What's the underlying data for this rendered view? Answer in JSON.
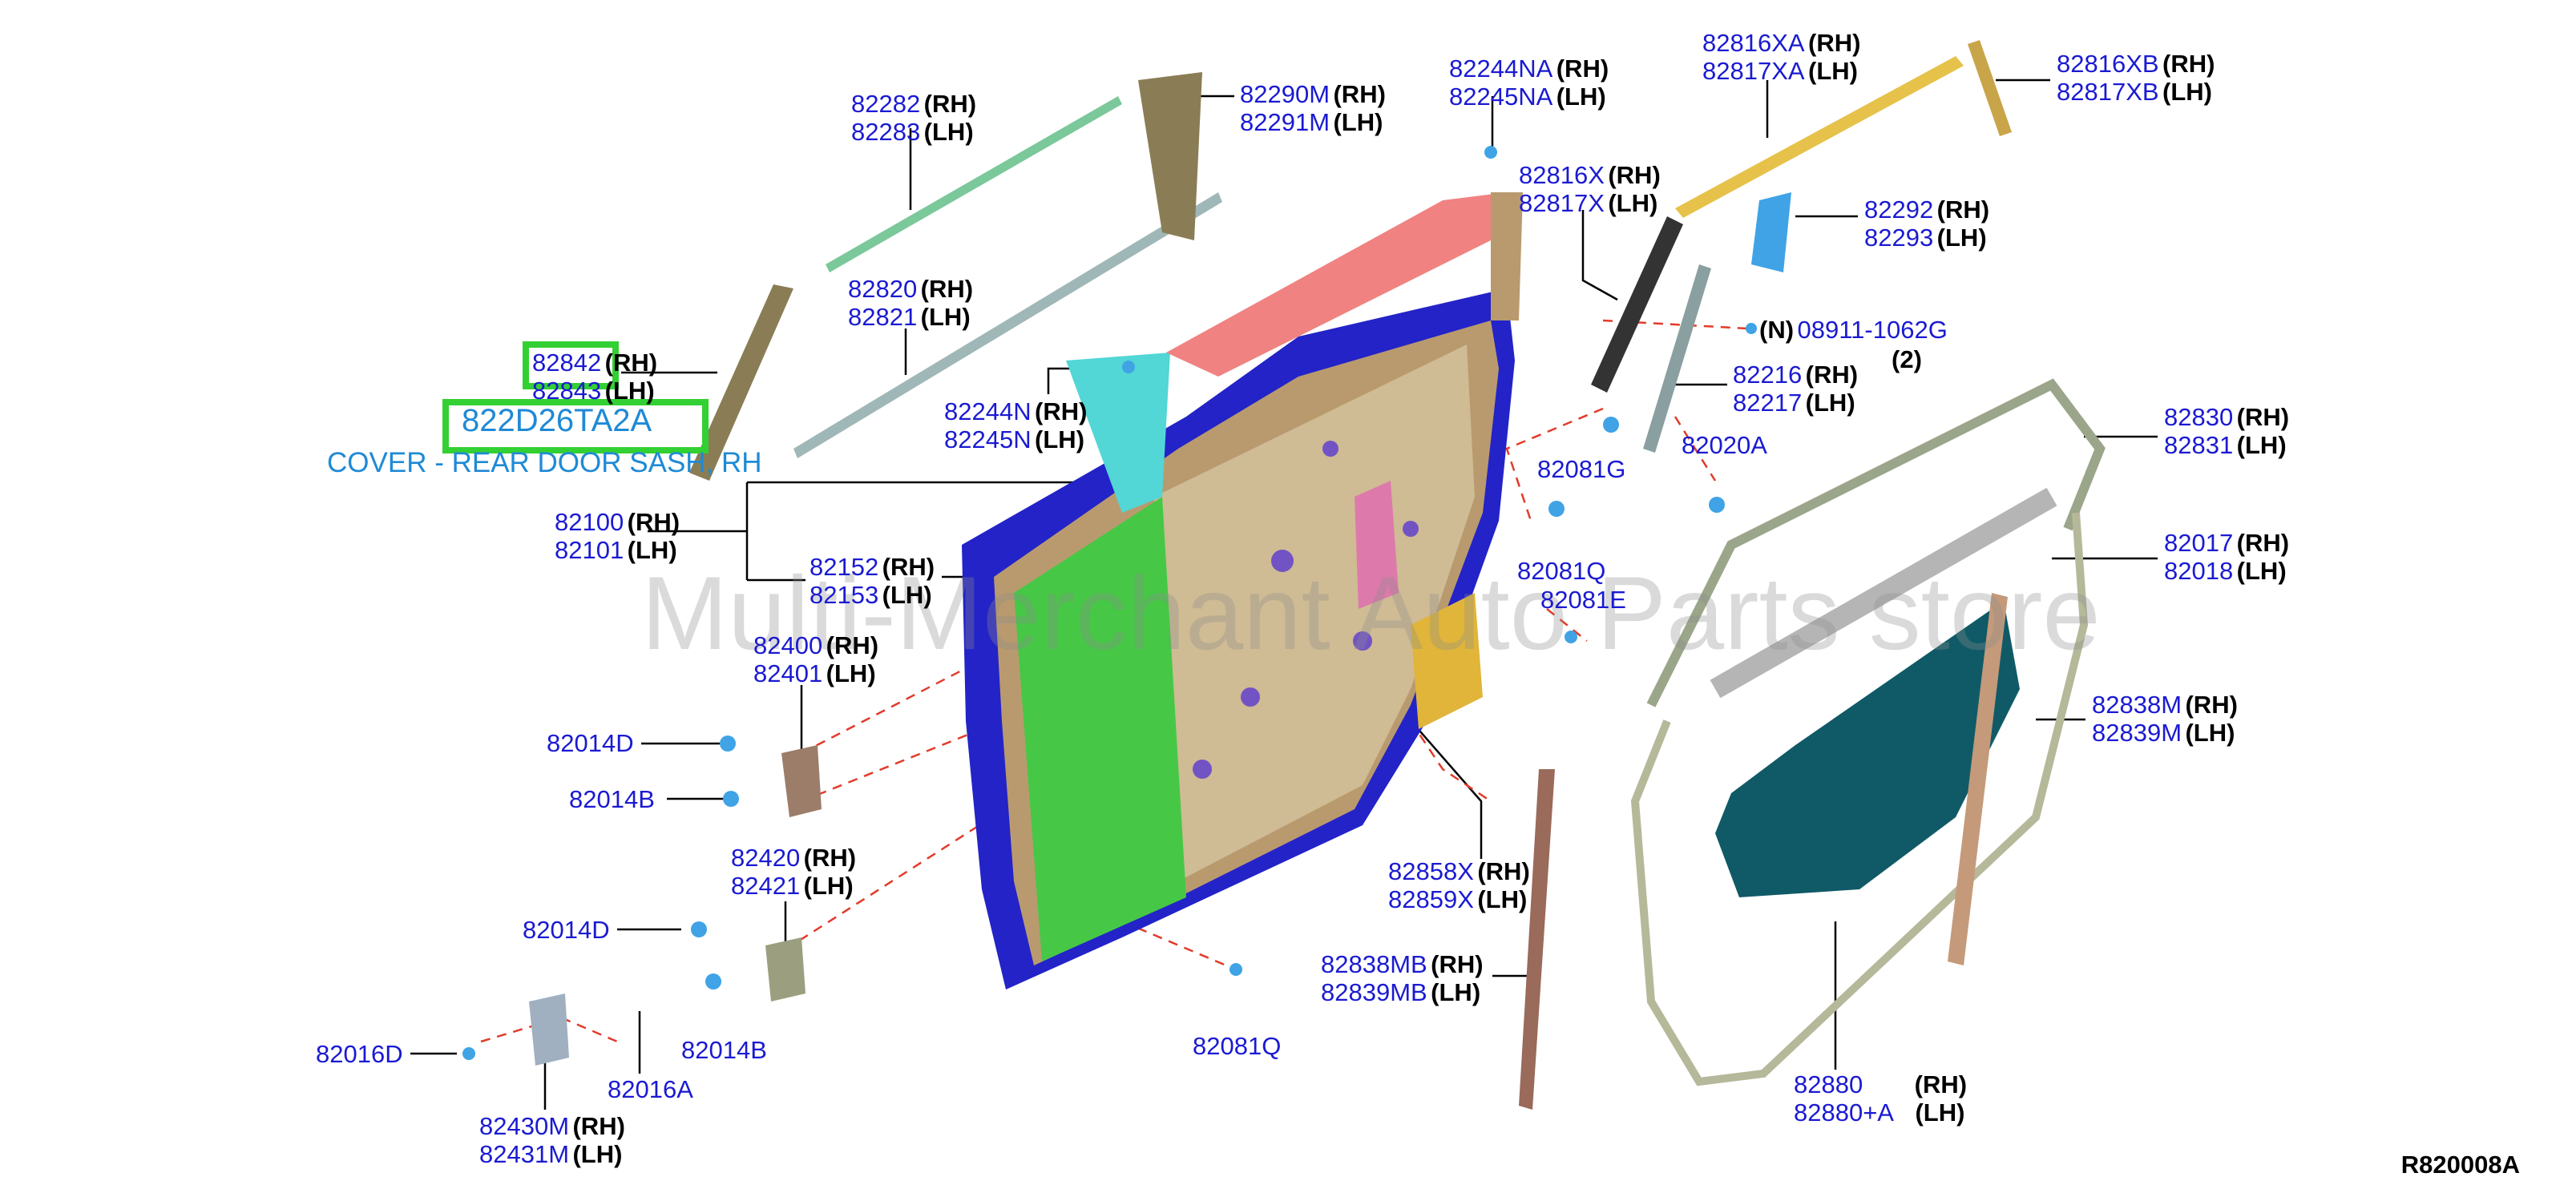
{
  "diagram": {
    "drawing_code": "R820008A",
    "watermark": "Multi-Merchant Auto Parts store",
    "highlight": {
      "part": "822D26TA2A",
      "description": "COVER - REAR DOOR SASH, RH"
    },
    "callouts": [
      {
        "id": "c82282",
        "rh": "82282",
        "lh": "82283",
        "rh_tag": "(RH)",
        "lh_tag": "(LH)"
      },
      {
        "id": "c82290",
        "rh": "82290M",
        "lh": "82291M",
        "rh_tag": "(RH)",
        "lh_tag": "(LH)"
      },
      {
        "id": "c82244na",
        "rh": "82244NA",
        "lh": "82245NA",
        "rh_tag": "(RH)",
        "lh_tag": "(LH)"
      },
      {
        "id": "c82816xa",
        "rh": "82816XA",
        "lh": "82817XA",
        "rh_tag": "(RH)",
        "lh_tag": "(LH)"
      },
      {
        "id": "c82816xb",
        "rh": "82816XB",
        "lh": "82817XB",
        "rh_tag": "(RH)",
        "lh_tag": "(LH)"
      },
      {
        "id": "c82816x",
        "rh": "82816X",
        "lh": "82817X",
        "rh_tag": "(RH)",
        "lh_tag": "(LH)"
      },
      {
        "id": "c82292",
        "rh": "82292",
        "lh": "82293",
        "rh_tag": "(RH)",
        "lh_tag": "(LH)"
      },
      {
        "id": "c82820",
        "rh": "82820",
        "lh": "82821",
        "rh_tag": "(RH)",
        "lh_tag": "(LH)"
      },
      {
        "id": "c82842",
        "rh": "82842",
        "lh": "82843",
        "rh_tag": "(RH)",
        "lh_tag": "(LH)"
      },
      {
        "id": "c82244n",
        "rh": "82244N",
        "lh": "82245N",
        "rh_tag": "(RH)",
        "lh_tag": "(LH)"
      },
      {
        "id": "c82216",
        "rh": "82216",
        "lh": "82217",
        "rh_tag": "(RH)",
        "lh_tag": "(LH)"
      },
      {
        "id": "c82830",
        "rh": "82830",
        "lh": "82831",
        "rh_tag": "(RH)",
        "lh_tag": "(LH)"
      },
      {
        "id": "c82100",
        "rh": "82100",
        "lh": "82101",
        "rh_tag": "(RH)",
        "lh_tag": "(LH)"
      },
      {
        "id": "c82152",
        "rh": "82152",
        "lh": "82153",
        "rh_tag": "(RH)",
        "lh_tag": "(LH)"
      },
      {
        "id": "c82017",
        "rh": "82017",
        "lh": "82018",
        "rh_tag": "(RH)",
        "lh_tag": "(LH)"
      },
      {
        "id": "c82400",
        "rh": "82400",
        "lh": "82401",
        "rh_tag": "(RH)",
        "lh_tag": "(LH)"
      },
      {
        "id": "c82838m",
        "rh": "82838M",
        "lh": "82839M",
        "rh_tag": "(RH)",
        "lh_tag": "(LH)"
      },
      {
        "id": "c82420",
        "rh": "82420",
        "lh": "82421",
        "rh_tag": "(RH)",
        "lh_tag": "(LH)"
      },
      {
        "id": "c82858x",
        "rh": "82858X",
        "lh": "82859X",
        "rh_tag": "(RH)",
        "lh_tag": "(LH)"
      },
      {
        "id": "c82838mb",
        "rh": "82838MB",
        "lh": "82839MB",
        "rh_tag": "(RH)",
        "lh_tag": "(LH)"
      },
      {
        "id": "c82880",
        "rh": "82880",
        "lh": "82880+A",
        "rh_tag": "(RH)",
        "lh_tag": "(LH)"
      },
      {
        "id": "c82430m",
        "rh": "82430M",
        "lh": "82431M",
        "rh_tag": "(RH)",
        "lh_tag": "(LH)"
      }
    ],
    "singles": [
      {
        "id": "s08911",
        "prefix": "(N)",
        "label": "08911-1062G",
        "suffix": "(2)"
      },
      {
        "id": "s82020a",
        "label": "82020A"
      },
      {
        "id": "s82081g",
        "label": "82081G"
      },
      {
        "id": "s82081q_top",
        "label": "82081Q"
      },
      {
        "id": "s82081e",
        "label": "82081E"
      },
      {
        "id": "s82014d_top",
        "label": "82014D"
      },
      {
        "id": "s82014b_top",
        "label": "82014B"
      },
      {
        "id": "s82014d_bot",
        "label": "82014D"
      },
      {
        "id": "s82014b_bot",
        "label": "82014B"
      },
      {
        "id": "s82016d",
        "label": "82016D"
      },
      {
        "id": "s82016a",
        "label": "82016A"
      },
      {
        "id": "s82081q_bot",
        "label": "82081Q"
      }
    ]
  }
}
